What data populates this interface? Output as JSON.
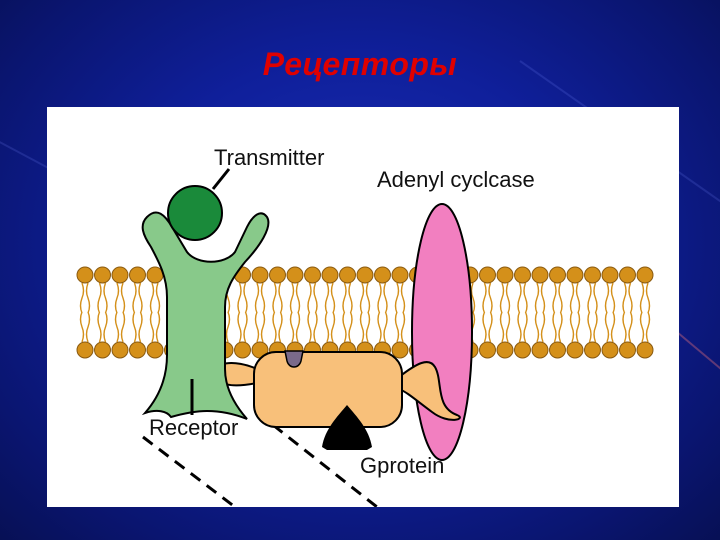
{
  "slide": {
    "title": "Рецепторы"
  },
  "diagram": {
    "labels": {
      "transmitter": "Transmitter",
      "adenyl_cyclase": "Adenyl cyclcase",
      "receptor": "Receptor",
      "gprotein": "Gprotein"
    },
    "colors": {
      "background": "#0f1f9a",
      "title": "#e00000",
      "lipid_head": "#d4901a",
      "receptor": "#88c98a",
      "transmitter": "#1a8a3a",
      "adenyl_cyclase": "#f27fc0",
      "gprotein": "#f8c07a",
      "gdp": "#7a6a8a",
      "black_subunit": "#000000"
    }
  }
}
